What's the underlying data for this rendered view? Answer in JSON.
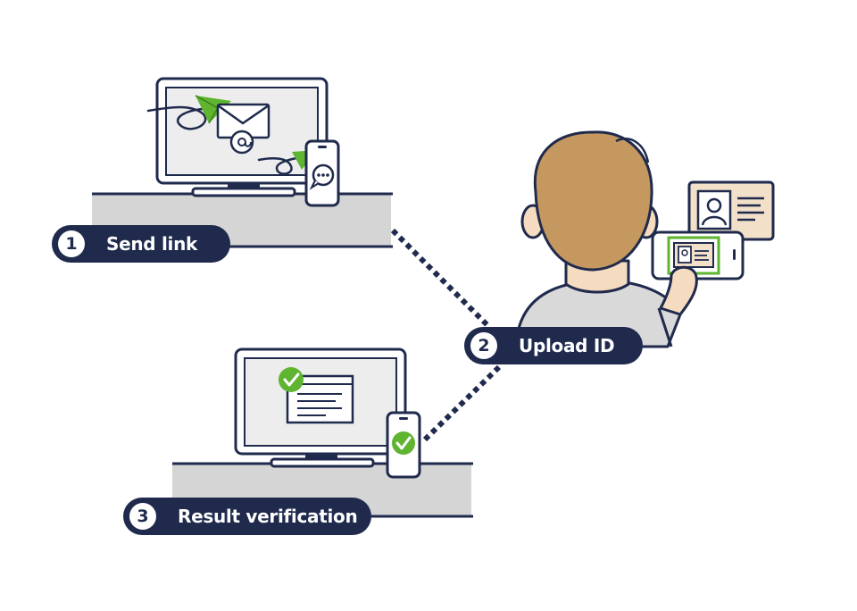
{
  "steps": [
    {
      "number": "1",
      "label": "Send link"
    },
    {
      "number": "2",
      "label": "Upload ID"
    },
    {
      "number": "3",
      "label": "Result verification"
    }
  ],
  "colors": {
    "navy": "#1f2a4d",
    "green": "#5fb430",
    "shelf": "#d5d5d5",
    "skin": "#f5dcc0",
    "hair": "#c4985f",
    "shirt": "#d9d9d9",
    "card": "#f2e0c8"
  },
  "icons": [
    "paper-plane-icon",
    "envelope-icon",
    "at-sign-icon",
    "chat-bubble-icon",
    "checkmark-icon",
    "id-card-icon",
    "smartphone-icon",
    "monitor-icon"
  ]
}
